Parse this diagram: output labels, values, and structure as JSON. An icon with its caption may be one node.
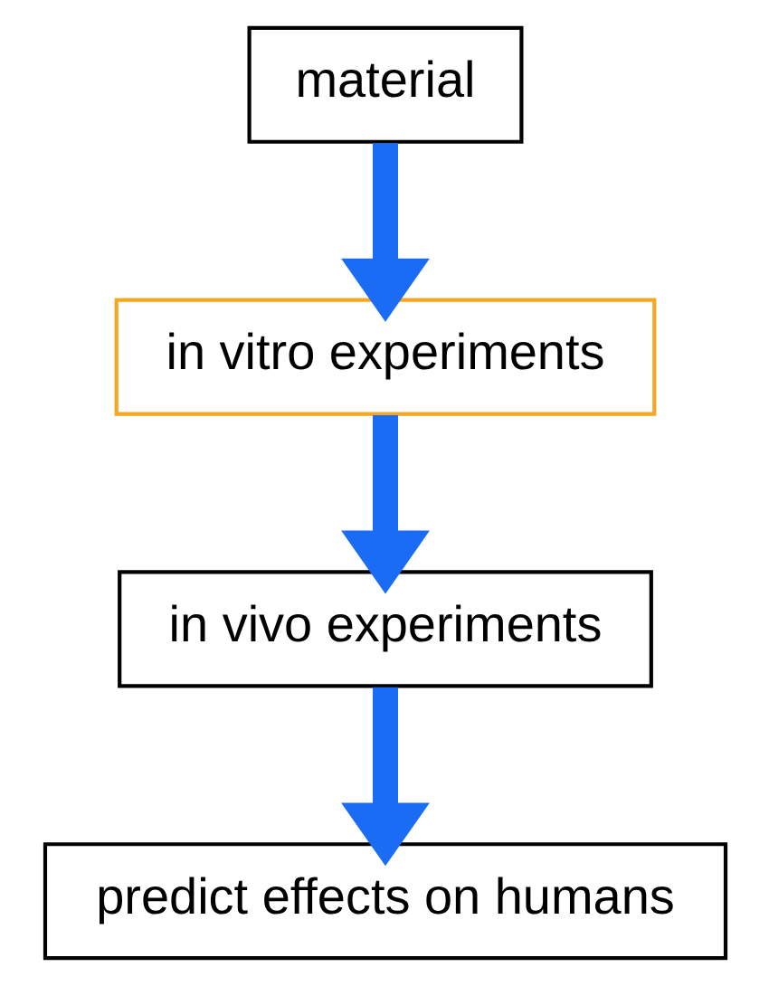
{
  "diagram": {
    "nodes": [
      {
        "text": [
          "material"
        ]
      },
      {
        "text": [
          "in vitro experiments"
        ]
      },
      {
        "text": [
          "in vivo experiments"
        ]
      },
      {
        "text": [
          "predict effects on humans"
        ]
      }
    ],
    "edges": [
      {
        "from": 0,
        "to": 1,
        "arrow": "to"
      },
      {
        "from": 1,
        "to": 2,
        "arrow": "to"
      },
      {
        "from": 2,
        "to": 3,
        "arrow": "to"
      }
    ]
  }
}
